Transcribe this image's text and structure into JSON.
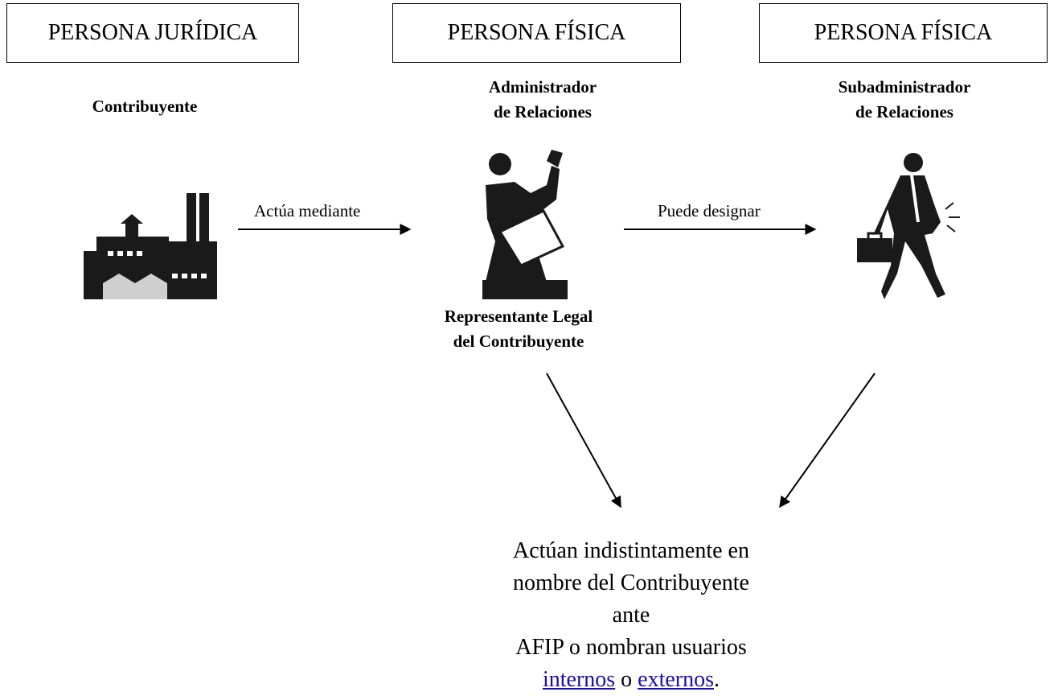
{
  "boxes": [
    {
      "text": "PERSONA JURÍDICA"
    },
    {
      "text": "PERSONA FÍSICA"
    },
    {
      "text": "PERSONA FÍSICA"
    }
  ],
  "labels": {
    "contribuyente": "Contribuyente",
    "admin_line1": "Administrador",
    "admin_line2": "de Relaciones",
    "subadmin_line1": "Subadministrador",
    "subadmin_line2": "de Relaciones",
    "rep_line1": "Representante Legal",
    "rep_line2": "del Contribuyente"
  },
  "arrows": {
    "actua": "Actúa mediante",
    "puede": "Puede designar"
  },
  "final": {
    "line1": "Actúan indistintamente en",
    "line2": "nombre del Contribuyente ante",
    "line3": "AFIP o nombran usuarios",
    "link1": "internos",
    "connector": " o ",
    "link2": "externos",
    "end": "."
  },
  "icons": {
    "factory": "factory-icon",
    "admin": "presenting-businessman-icon",
    "subadmin": "walking-businessman-icon"
  }
}
